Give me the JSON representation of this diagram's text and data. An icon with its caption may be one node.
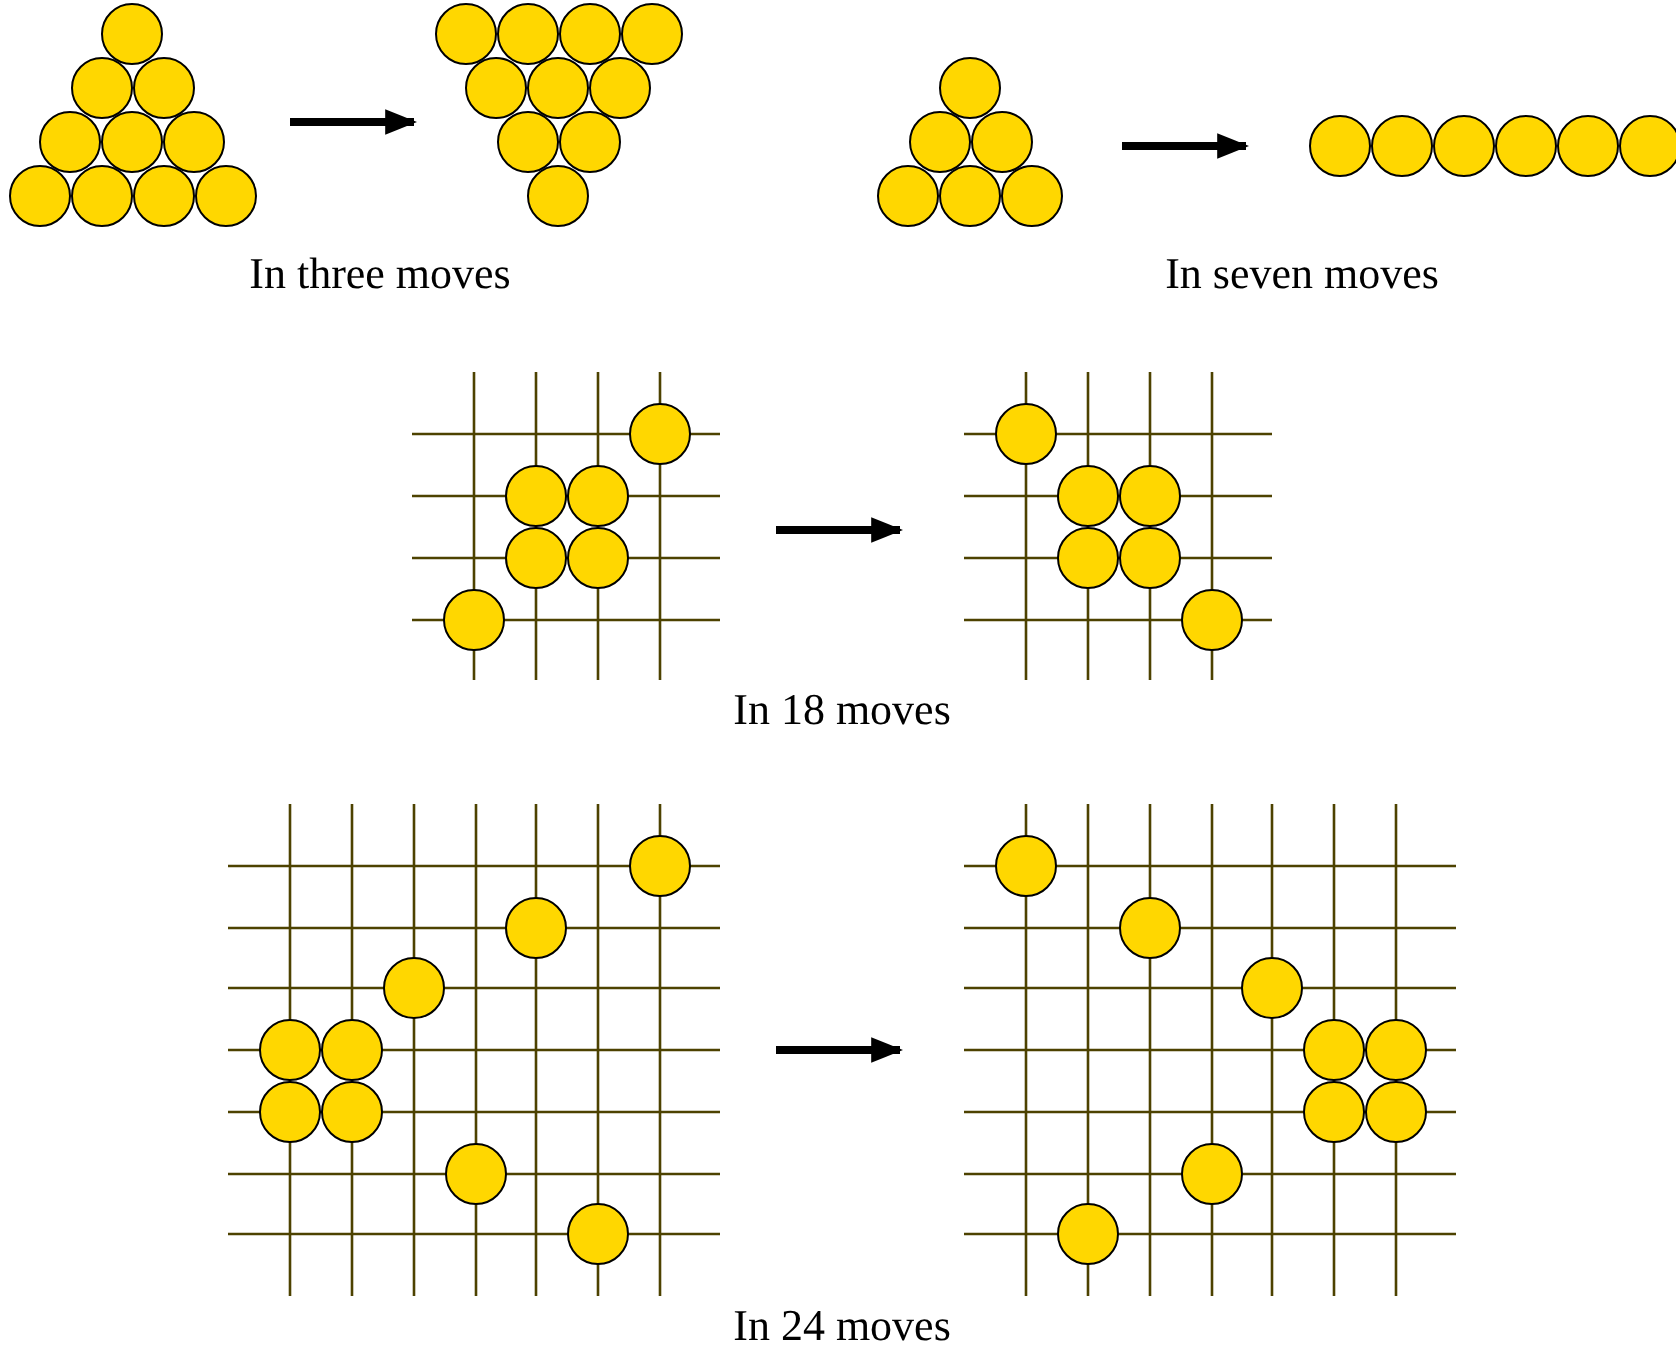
{
  "diagram": {
    "nodes": [
      {
        "text": [],
        "shape": "picture"
      },
      {
        "text": [],
        "shape": "picture"
      },
      {
        "text": [],
        "shape": "picture"
      },
      {
        "text": [],
        "shape": "picture"
      },
      {
        "text": [],
        "shape": "picture"
      },
      {
        "text": [],
        "shape": "picture"
      },
      {
        "text": [],
        "shape": "picture"
      },
      {
        "text": [],
        "shape": "picture"
      }
    ],
    "edges": [
      {
        "from": 0,
        "to": 1,
        "arrow": "to"
      },
      {
        "from": 2,
        "to": 3,
        "arrow": "to"
      },
      {
        "from": 4,
        "to": 5,
        "arrow": "to"
      },
      {
        "from": 6,
        "to": 7,
        "arrow": "to"
      }
    ],
    "labels": [
      "In three moves",
      "In seven moves",
      "In 18 moves",
      "In 24 moves"
    ]
  }
}
